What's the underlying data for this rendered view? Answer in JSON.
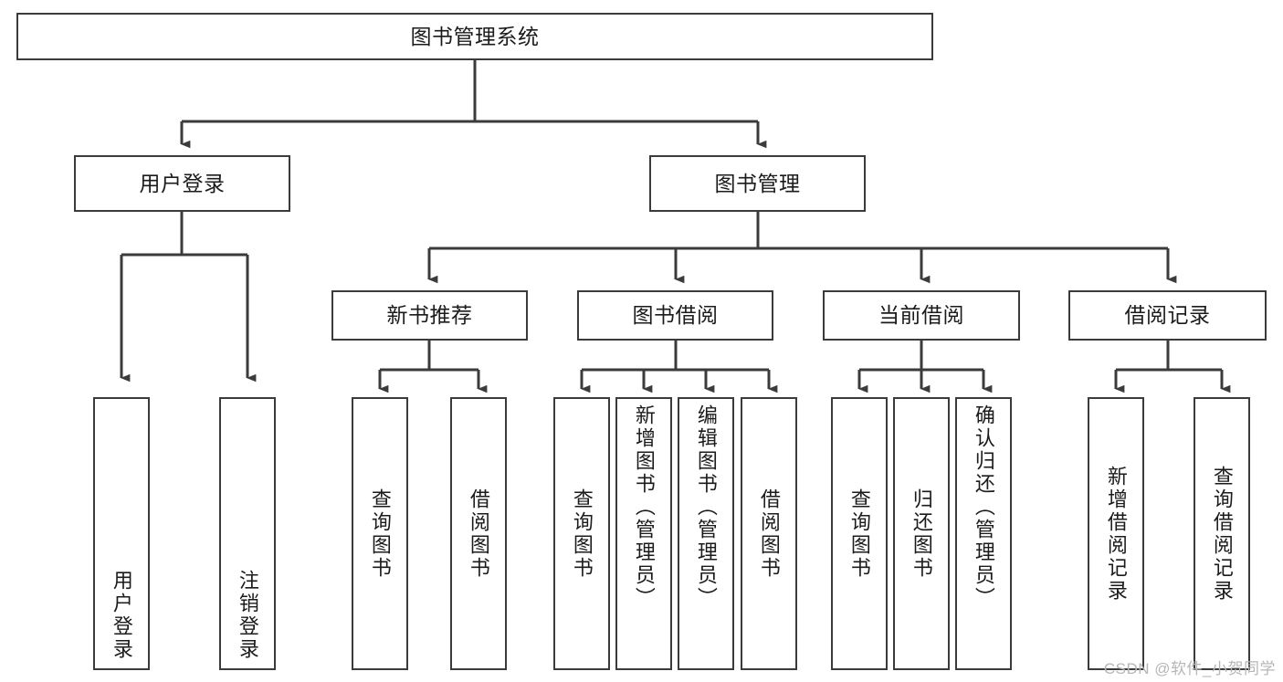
{
  "diagram": {
    "title": "图书管理系统",
    "type": "tree-hierarchy",
    "watermark": "CSDN @软件_小贺同学",
    "colors": {
      "box_border": "#3b3b3b",
      "box_fill": "#ffffff",
      "edge": "#3b3b3b",
      "text": "#1b1b1b",
      "watermark": "#b6b6b6",
      "background": "#ffffff"
    },
    "nodes": {
      "root": {
        "label": "图书管理系统"
      },
      "level2": [
        {
          "id": "user-login",
          "label": "用户登录"
        },
        {
          "id": "book-management",
          "label": "图书管理"
        }
      ],
      "level3": [
        {
          "id": "new-book-recommend",
          "label": "新书推荐"
        },
        {
          "id": "book-borrow",
          "label": "图书借阅"
        },
        {
          "id": "current-borrow",
          "label": "当前借阅"
        },
        {
          "id": "borrow-record",
          "label": "借阅记录"
        }
      ],
      "leaves": {
        "user_login": [
          {
            "id": "leaf-user-login",
            "label": "用户登录"
          },
          {
            "id": "leaf-logout-login",
            "label": "注销登录"
          }
        ],
        "new_book_recommend": [
          {
            "id": "leaf-query-book-1",
            "label": "查询图书"
          },
          {
            "id": "leaf-borrow-book-1",
            "label": "借阅图书"
          }
        ],
        "book_borrow": [
          {
            "id": "leaf-query-book-2",
            "label": "查询图书"
          },
          {
            "id": "leaf-add-book",
            "label": "新增图书（管理员）"
          },
          {
            "id": "leaf-edit-book",
            "label": "编辑图书（管理员）"
          },
          {
            "id": "leaf-borrow-book-2",
            "label": "借阅图书"
          }
        ],
        "current_borrow": [
          {
            "id": "leaf-query-book-3",
            "label": "查询图书"
          },
          {
            "id": "leaf-return-book",
            "label": "归还图书"
          },
          {
            "id": "leaf-confirm-return",
            "label": "确认归还（管理员）"
          }
        ],
        "borrow_record": [
          {
            "id": "leaf-add-record",
            "label": "新增借阅记录"
          },
          {
            "id": "leaf-query-record",
            "label": "查询借阅记录"
          }
        ]
      }
    }
  }
}
